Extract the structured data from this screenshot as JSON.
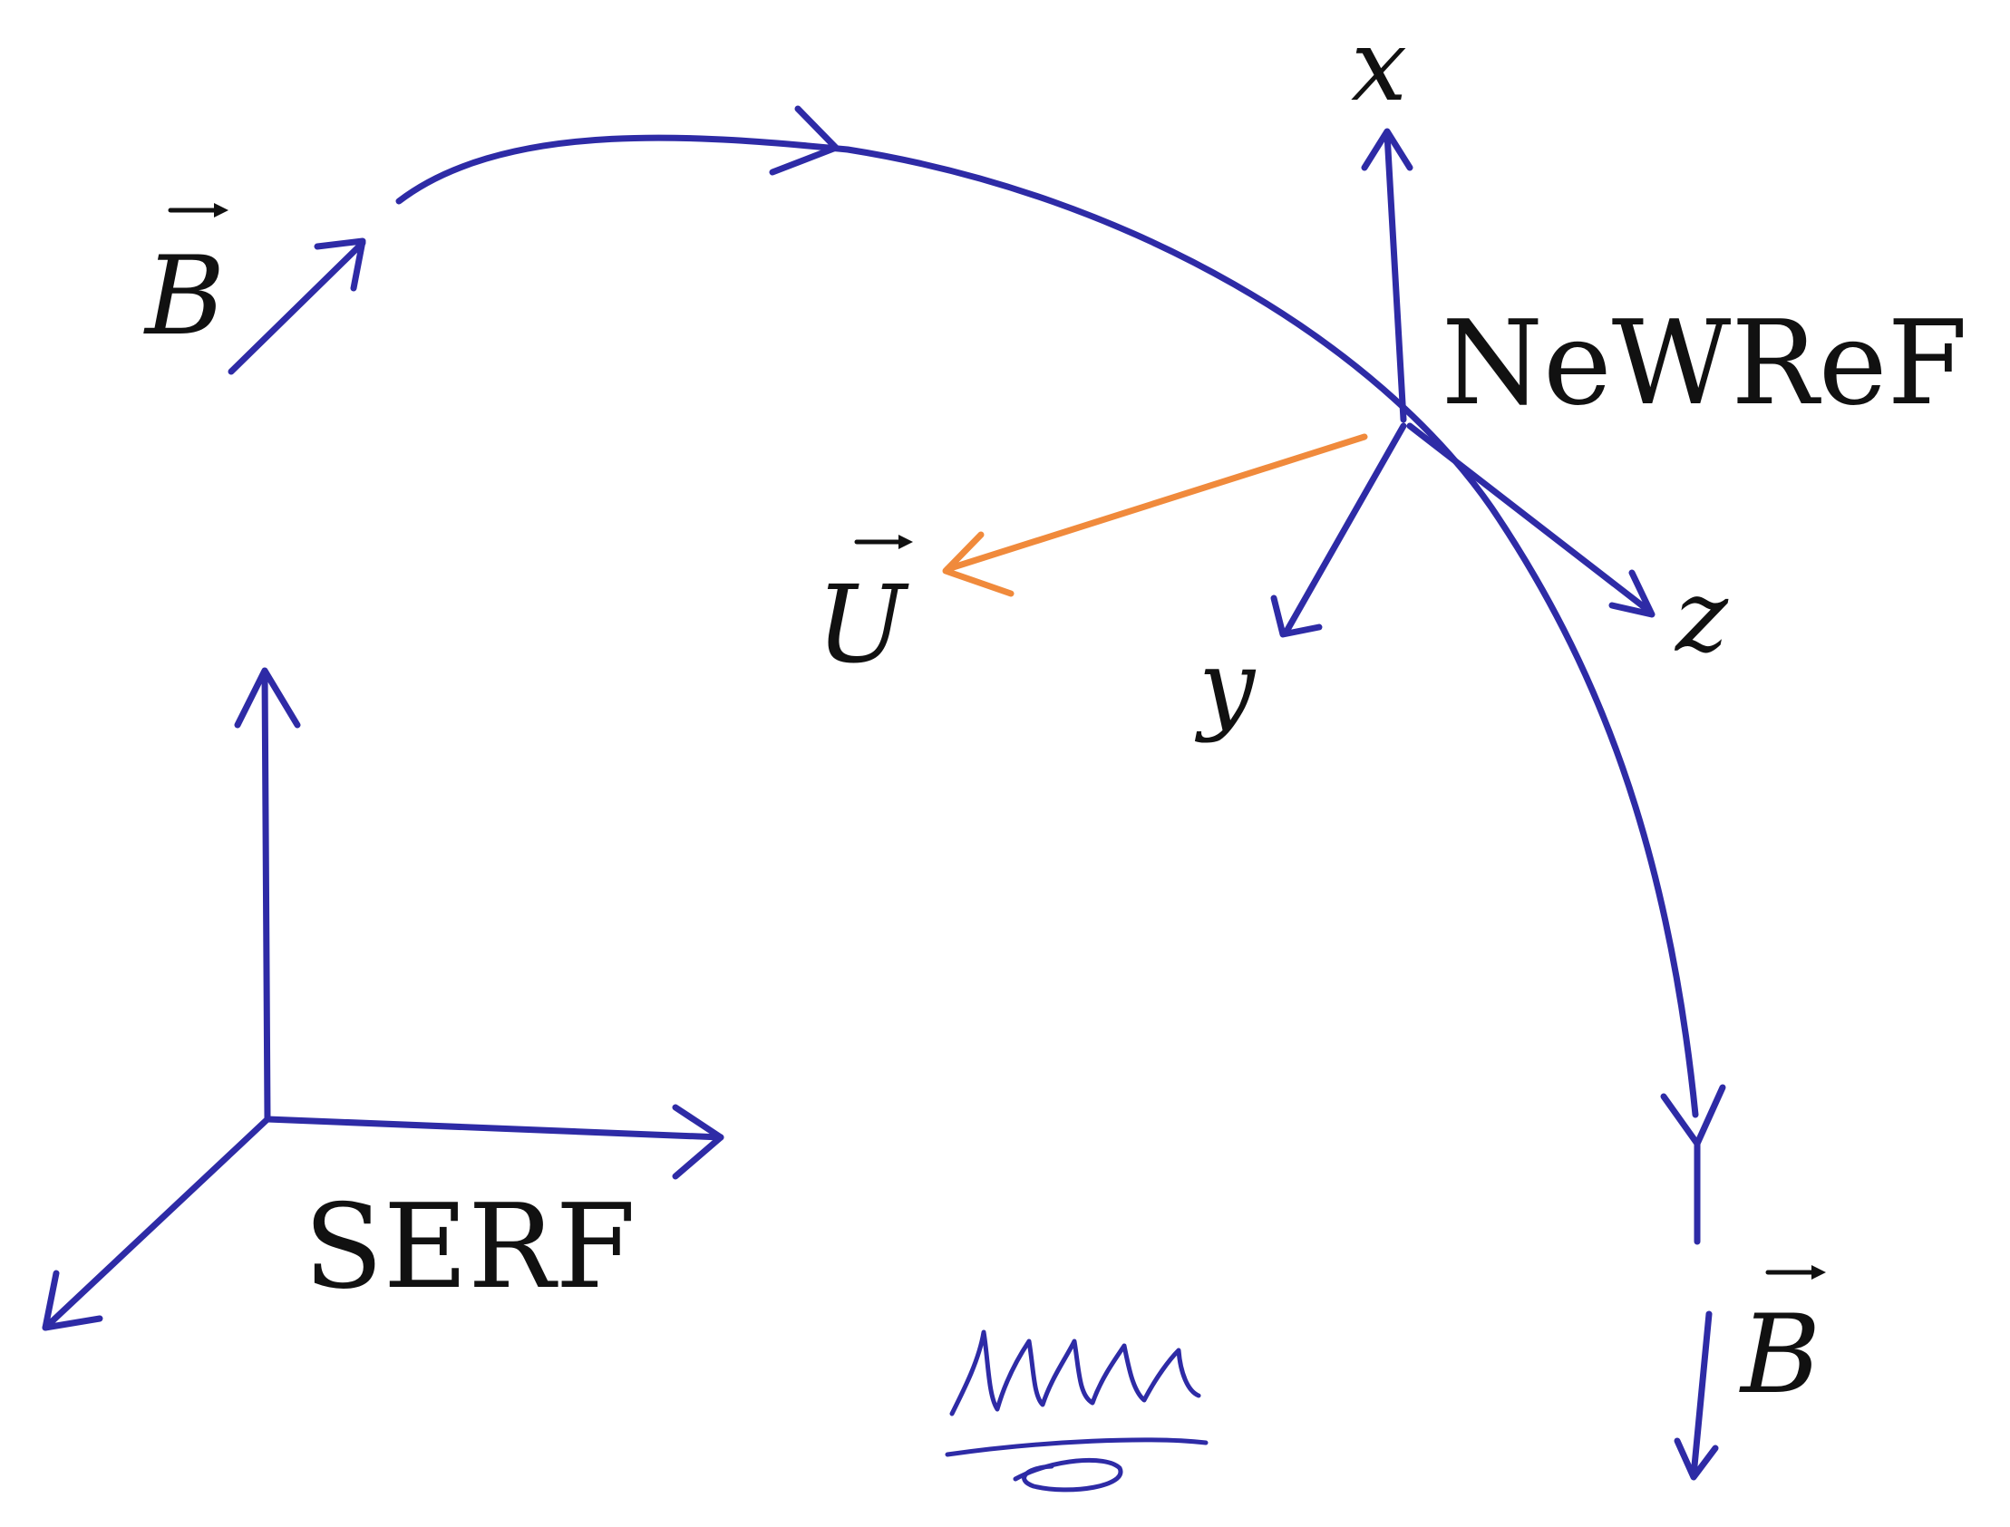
{
  "labels": {
    "b_start": "B",
    "b_end": "B",
    "u_vector": "U",
    "x_axis": "x",
    "y_axis": "y",
    "z_axis": "z",
    "newref_frame": "NeWReF",
    "serf_frame": "SERF"
  },
  "signature": "signature",
  "colors": {
    "ink": "#2e2ba6",
    "u_vector": "#f08a3c",
    "text": "#111111"
  },
  "icons": [
    "arrow-icon",
    "vector-arrow-icon",
    "signature-icon"
  ]
}
